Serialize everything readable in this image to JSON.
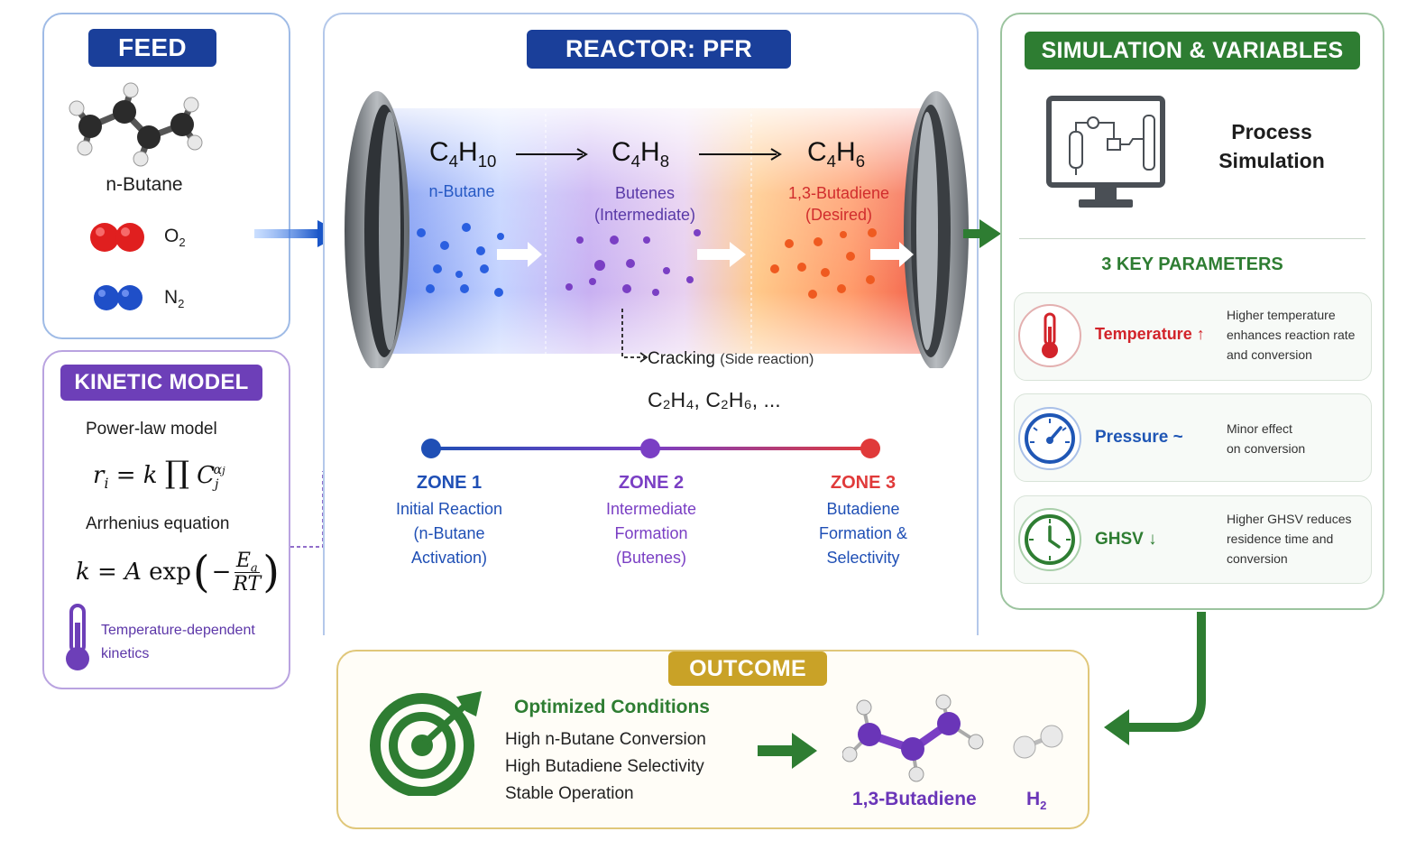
{
  "feed": {
    "title": "FEED",
    "butane_label": "n-Butane",
    "o2_label": "O",
    "o2_sub": "2",
    "n2_label": "N",
    "n2_sub": "2"
  },
  "kinetic": {
    "title": "KINETIC MODEL",
    "power_law_label": "Power-law model",
    "arrhenius_label": "Arrhenius equation",
    "temp_note_line1": "Temperature-dependent",
    "temp_note_line2": "kinetics"
  },
  "reactor": {
    "title": "REACTOR: PFR",
    "species": [
      {
        "formula_main": "C",
        "formula_sub1": "4",
        "formula_mid": "H",
        "formula_sub2": "10",
        "name": "n-Butane",
        "note": ""
      },
      {
        "formula_main": "C",
        "formula_sub1": "4",
        "formula_mid": "H",
        "formula_sub2": "8",
        "name": "Butenes",
        "note": "(Intermediate)"
      },
      {
        "formula_main": "C",
        "formula_sub1": "4",
        "formula_mid": "H",
        "formula_sub2": "6",
        "name": "1,3-Butadiene",
        "note": "(Desired)"
      }
    ],
    "cracking_label": "Cracking",
    "cracking_note": "(Side reaction)",
    "cracking_products": "C₂H₄, C₂H₆, ..."
  },
  "zones": [
    {
      "title": "ZONE 1",
      "line1": "Initial Reaction",
      "line2": "(n-Butane",
      "line3": "Activation)",
      "color": "#1f4fb5"
    },
    {
      "title": "ZONE 2",
      "line1": "Intermediate",
      "line2": "Formation",
      "line3": "(Butenes)",
      "color": "#7a3fc4"
    },
    {
      "title": "ZONE 3",
      "line1": "Butadiene",
      "line2": "Formation &",
      "line3": "Selectivity",
      "color": "#e03a3a"
    }
  ],
  "simulation": {
    "title": "SIMULATION & VARIABLES",
    "process_line1": "Process",
    "process_line2": "Simulation",
    "params_title": "3 KEY PARAMETERS",
    "params": [
      {
        "name": "Temperature ↑",
        "desc1": "Higher temperature",
        "desc2": "enhances reaction rate",
        "desc3": "and conversion",
        "color": "#d2232a",
        "icon": "thermometer-icon"
      },
      {
        "name": "Pressure ~",
        "desc1": "Minor effect",
        "desc2": "on conversion",
        "desc3": "",
        "color": "#1f56b5",
        "icon": "gauge-icon"
      },
      {
        "name": "GHSV ↓",
        "desc1": "Higher GHSV reduces",
        "desc2": "residence time and",
        "desc3": "conversion",
        "color": "#2e7d32",
        "icon": "clock-icon"
      }
    ]
  },
  "outcome": {
    "title": "OUTCOME",
    "heading": "Optimized Conditions",
    "lines": [
      "High n-Butane Conversion",
      "High Butadiene Selectivity",
      "Stable Operation"
    ],
    "product1": "1,3-Butadiene",
    "product2_main": "H",
    "product2_sub": "2"
  },
  "colors": {
    "feed_blue": "#1a3f9a",
    "kinetic_purple": "#6d3fb8",
    "sim_green": "#2e7d32",
    "outcome_gold": "#c9a227"
  }
}
